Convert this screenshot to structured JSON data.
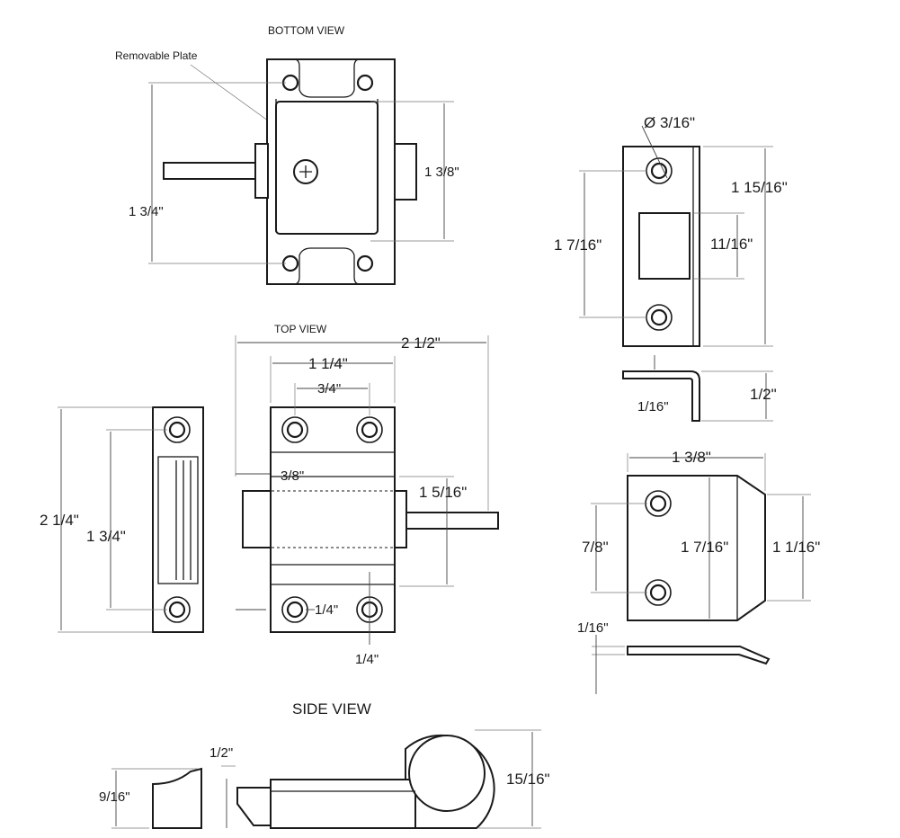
{
  "views": {
    "bottom": {
      "title": "BOTTOM VIEW",
      "callout": "Removable Plate",
      "dim_height": "1 3/4\"",
      "dim_plate": "1 3/8\""
    },
    "top": {
      "title": "TOP VIEW",
      "dim_overall_width": "2 1/2\"",
      "dim_body_width": "1 1/4\"",
      "dim_hole_spacing": "3/4\"",
      "dim_bolt_offset": "3/8\"",
      "dim_body_height": "1 5/16\"",
      "dim_hole_inset": "1/4\"",
      "dim_hole_edge": "1/4\""
    },
    "keeper_left": {
      "dim_overall": "2 1/4\"",
      "dim_hole_spacing": "1 3/4\""
    },
    "strike_top": {
      "dim_hole_dia": "Ø 3/16\"",
      "dim_overall": "1 15/16\"",
      "dim_hole_spacing": "1  7/16\"",
      "dim_opening": "11/16\"",
      "dim_thickness": "1/16\"",
      "dim_lip": "1/2\""
    },
    "strike_plate": {
      "dim_width": "1 3/8\"",
      "dim_hole_spacing": "7/8\"",
      "dim_height": "1  7/16\"",
      "dim_edge": "1  1/16\"",
      "dim_thickness": "1/16\""
    },
    "side": {
      "title": "SIDE VIEW",
      "dim_block": "9/16\"",
      "dim_bolt": "1/2\"",
      "dim_ring": "15/16\""
    }
  }
}
